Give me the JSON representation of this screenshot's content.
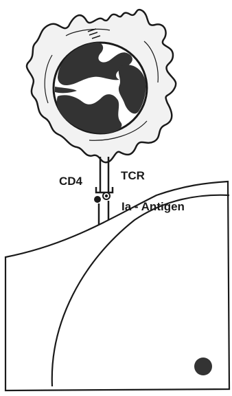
{
  "labels": {
    "cd4": "CD4",
    "tcr": "TCR",
    "ia_antigen": "Ia - Antigen"
  },
  "colors": {
    "ink": "#1a1a1a",
    "background": "#ffffff",
    "nucleus": "#333333",
    "membrane_fill": "#f2f2f2"
  }
}
